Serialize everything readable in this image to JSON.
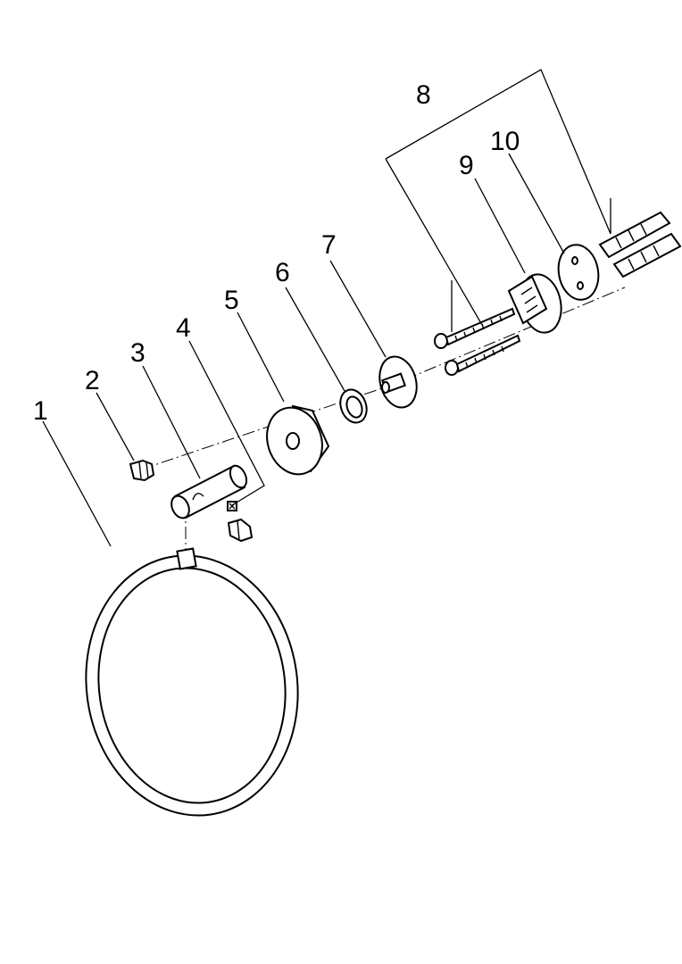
{
  "callouts": [
    {
      "id": "1",
      "label": "1",
      "part": "towel-ring"
    },
    {
      "id": "2",
      "label": "2",
      "part": "end-cap"
    },
    {
      "id": "3",
      "label": "3",
      "part": "holder-arm"
    },
    {
      "id": "4",
      "label": "4",
      "part": "set-screw"
    },
    {
      "id": "5",
      "label": "5",
      "part": "cover-rosette"
    },
    {
      "id": "6",
      "label": "6",
      "part": "retaining-ring"
    },
    {
      "id": "7",
      "label": "7",
      "part": "mounting-flange"
    },
    {
      "id": "8",
      "label": "8",
      "part": "fixing-set"
    },
    {
      "id": "9",
      "label": "9",
      "part": "wall-plate"
    },
    {
      "id": "10",
      "label": "10",
      "part": "gasket"
    }
  ]
}
